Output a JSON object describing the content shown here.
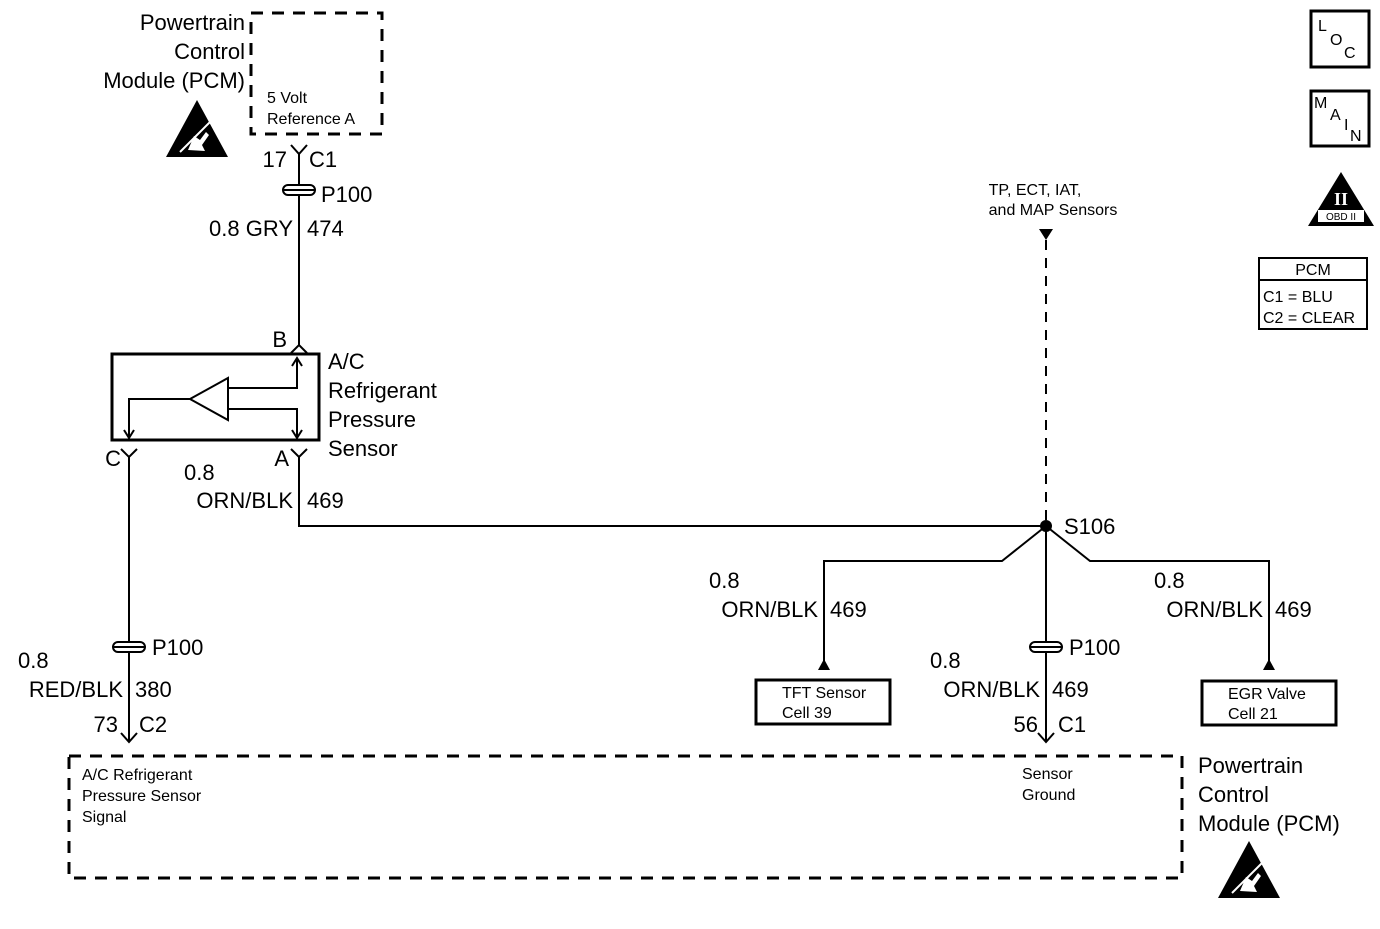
{
  "pcm_top": {
    "title_lines": [
      "Powertrain",
      "Control",
      "Module (PCM)"
    ],
    "pin_label_lines": [
      "5 Volt",
      "Reference A"
    ],
    "pin": "17",
    "connector": "C1"
  },
  "splice_top": {
    "name": "P100",
    "wire_size_color": "0.8 GRY",
    "circuit": "474"
  },
  "sensor": {
    "name_lines": [
      "A/C",
      "Refrigerant",
      "Pressure",
      "Sensor"
    ],
    "pin_b": "B",
    "pin_a": "A",
    "pin_c": "C"
  },
  "wire_469_main": {
    "size": "0.8",
    "color_circuit": "ORN/BLK",
    "circuit": "469"
  },
  "wire_380": {
    "size": "0.8",
    "color": "RED/BLK",
    "circuit": "380",
    "splice": "P100",
    "pin": "73",
    "connector": "C2"
  },
  "splice_s106": "S106",
  "tp_sensors_lines": [
    "TP, ECT, IAT,",
    "and MAP Sensors"
  ],
  "branch_tft": {
    "size": "0.8",
    "color": "ORN/BLK",
    "circuit": "469",
    "box_lines": [
      "TFT Sensor",
      "Cell 39"
    ]
  },
  "branch_egr": {
    "size": "0.8",
    "color": "ORN/BLK",
    "circuit": "469",
    "box_lines": [
      "EGR Valve",
      "Cell 21"
    ]
  },
  "branch_ground": {
    "size": "0.8",
    "color": "ORN/BLK",
    "circuit": "469",
    "splice": "P100",
    "pin": "56",
    "connector": "C1"
  },
  "pcm_bottom": {
    "signal_lines": [
      "A/C Refrigerant",
      "Pressure Sensor",
      "Signal"
    ],
    "ground_lines": [
      "Sensor",
      "Ground"
    ],
    "title_lines": [
      "Powertrain",
      "Control",
      "Module (PCM)"
    ]
  },
  "icons": {
    "loc": [
      "L",
      "O",
      "C"
    ],
    "main": [
      "M",
      "A",
      "I",
      "N"
    ],
    "obd": {
      "numeral": "II",
      "label": "OBD II"
    }
  },
  "connector_table": {
    "header": "PCM",
    "rows": [
      "C1 = BLU",
      "C2 = CLEAR"
    ]
  }
}
